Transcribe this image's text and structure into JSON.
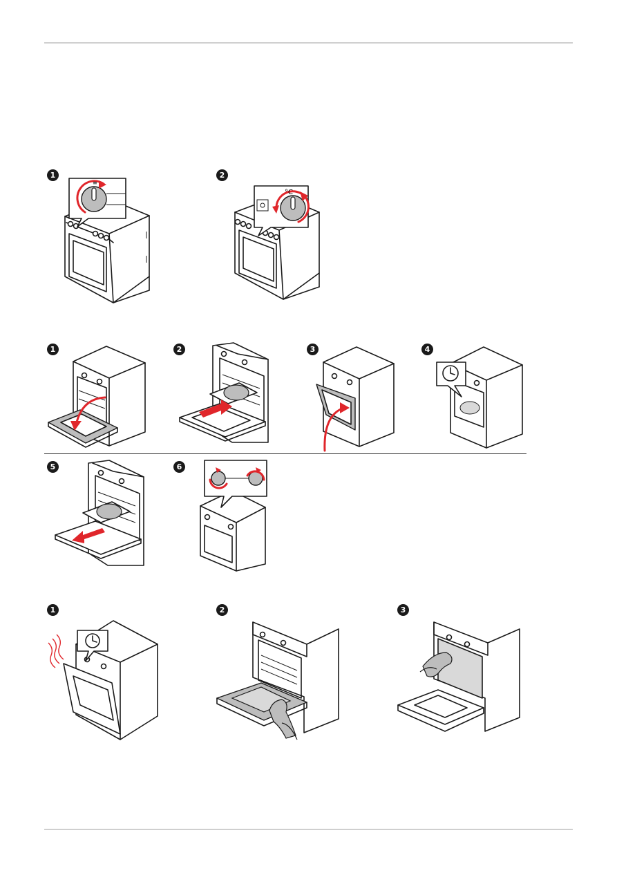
{
  "section_a": {
    "steps": [
      {
        "badge": "1",
        "dial_symbol": "≡"
      },
      {
        "badge": "2",
        "dial_symbol": "°C"
      }
    ]
  },
  "section_b": {
    "steps": [
      {
        "badge": "1"
      },
      {
        "badge": "2"
      },
      {
        "badge": "3"
      },
      {
        "badge": "4"
      },
      {
        "badge": "5"
      },
      {
        "badge": "6"
      }
    ]
  },
  "section_c": {
    "steps": [
      {
        "badge": "1"
      },
      {
        "badge": "2"
      },
      {
        "badge": "3"
      }
    ]
  },
  "icons": {
    "accent_color": "#e0262b",
    "badge_color": "#1a1a1a",
    "clock": "clock-icon",
    "arrow": "rotate-arrow-icon"
  }
}
